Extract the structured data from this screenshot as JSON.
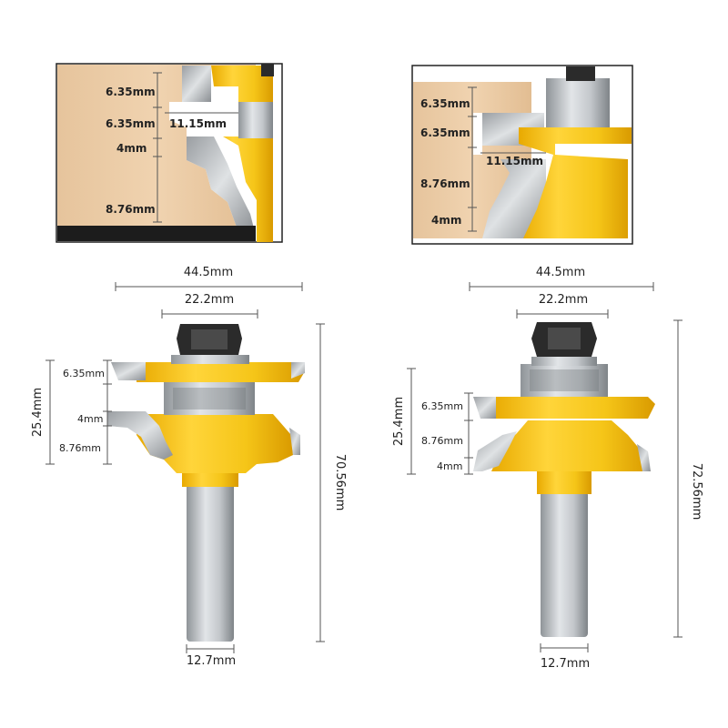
{
  "left": {
    "inset_labels": [
      "6.35mm",
      "6.35mm",
      "4mm",
      "8.76mm",
      "11.15mm"
    ],
    "overall_width": "44.5mm",
    "inner_width": "22.2mm",
    "side_labels": [
      "6.35mm",
      "4mm",
      "8.76mm"
    ],
    "vertical_total": "25.4mm",
    "height": "70.56mm",
    "shank": "12.7mm"
  },
  "right": {
    "inset_labels": [
      "6.35mm",
      "6.35mm",
      "8.76mm",
      "4mm",
      "11.15mm"
    ],
    "overall_width": "44.5mm",
    "inner_width": "22.2mm",
    "side_labels": [
      "6.35mm",
      "8.76mm",
      "4mm"
    ],
    "vertical_total": "25.4mm",
    "height": "72.56mm",
    "shank": "12.7mm"
  },
  "colors": {
    "wood": "#e9c9a3",
    "wood_dark": "#d7b28a",
    "yellow": "#f5c518",
    "yellow_dark": "#d9a400",
    "steel": "#b8bcc0",
    "steel_dark": "#7d8286",
    "nut": "#2b2b2b"
  }
}
